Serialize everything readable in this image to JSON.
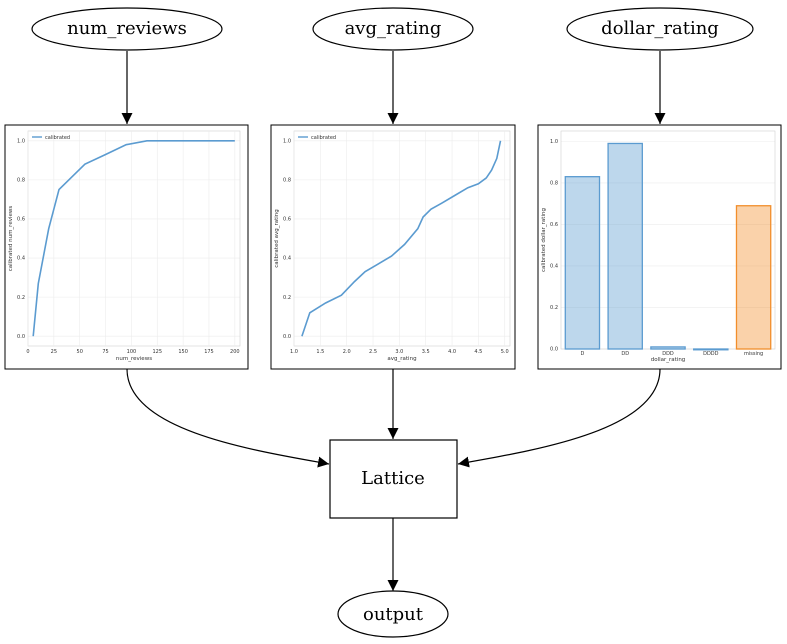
{
  "diagram": {
    "nodes": {
      "num_reviews": "num_reviews",
      "avg_rating": "avg_rating",
      "dollar_rating": "dollar_rating",
      "lattice": "Lattice",
      "output": "output"
    },
    "edges": [
      [
        "num_reviews",
        "num_reviews-plot"
      ],
      [
        "avg_rating",
        "avg_rating-plot"
      ],
      [
        "dollar_rating",
        "dollar_rating-plot"
      ],
      [
        "num_reviews-plot",
        "Lattice"
      ],
      [
        "avg_rating-plot",
        "Lattice"
      ],
      [
        "dollar_rating-plot",
        "Lattice"
      ],
      [
        "Lattice",
        "output"
      ]
    ]
  },
  "chart_data": [
    {
      "type": "line",
      "legend": [
        "calibrated"
      ],
      "xlabel": "num_reviews",
      "ylabel": "calibrated num_reviews",
      "xlim": [
        0,
        205
      ],
      "ylim": [
        -0.05,
        1.05
      ],
      "xticks": [
        "0",
        "25",
        "50",
        "75",
        "100",
        "125",
        "150",
        "175",
        "200"
      ],
      "yticks": [
        "0.0",
        "0.2",
        "0.4",
        "0.6",
        "0.8",
        "1.0"
      ],
      "x": [
        5,
        10,
        20,
        30,
        55,
        75,
        95,
        115,
        200
      ],
      "y": [
        0.0,
        0.27,
        0.55,
        0.75,
        0.88,
        0.93,
        0.98,
        1.0,
        1.0
      ],
      "color": "#5b9bd0"
    },
    {
      "type": "line",
      "legend": [
        "calibrated"
      ],
      "xlabel": "avg_rating",
      "ylabel": "calibrated avg_rating",
      "xlim": [
        1.0,
        5.1
      ],
      "ylim": [
        -0.05,
        1.05
      ],
      "xticks": [
        "1.0",
        "1.5",
        "2.0",
        "2.5",
        "3.0",
        "3.5",
        "4.0",
        "4.5",
        "5.0"
      ],
      "yticks": [
        "0.0",
        "0.2",
        "0.4",
        "0.6",
        "0.8",
        "1.0"
      ],
      "x": [
        1.15,
        1.3,
        1.6,
        1.9,
        2.15,
        2.35,
        2.6,
        2.85,
        3.1,
        3.35,
        3.45,
        3.6,
        3.8,
        4.05,
        4.3,
        4.5,
        4.65,
        4.75,
        4.85,
        4.92
      ],
      "y": [
        0.0,
        0.12,
        0.17,
        0.21,
        0.28,
        0.33,
        0.37,
        0.41,
        0.47,
        0.55,
        0.61,
        0.65,
        0.68,
        0.72,
        0.76,
        0.78,
        0.81,
        0.85,
        0.91,
        1.0
      ],
      "color": "#5b9bd0"
    },
    {
      "type": "bar",
      "xlabel": "dollar_rating",
      "ylabel": "calibrated dollar_rating",
      "ylim": [
        0,
        1.05
      ],
      "yticks": [
        "0.0",
        "0.2",
        "0.4",
        "0.6",
        "0.8",
        "1.0"
      ],
      "categories": [
        "D",
        "DD",
        "DDD",
        "DDDD",
        "missing"
      ],
      "values": [
        0.83,
        0.99,
        0.01,
        0.0,
        0.69
      ],
      "colors": [
        "#5b9bd0",
        "#5b9bd0",
        "#5b9bd0",
        "#5b9bd0",
        "#f28e2b"
      ]
    }
  ]
}
